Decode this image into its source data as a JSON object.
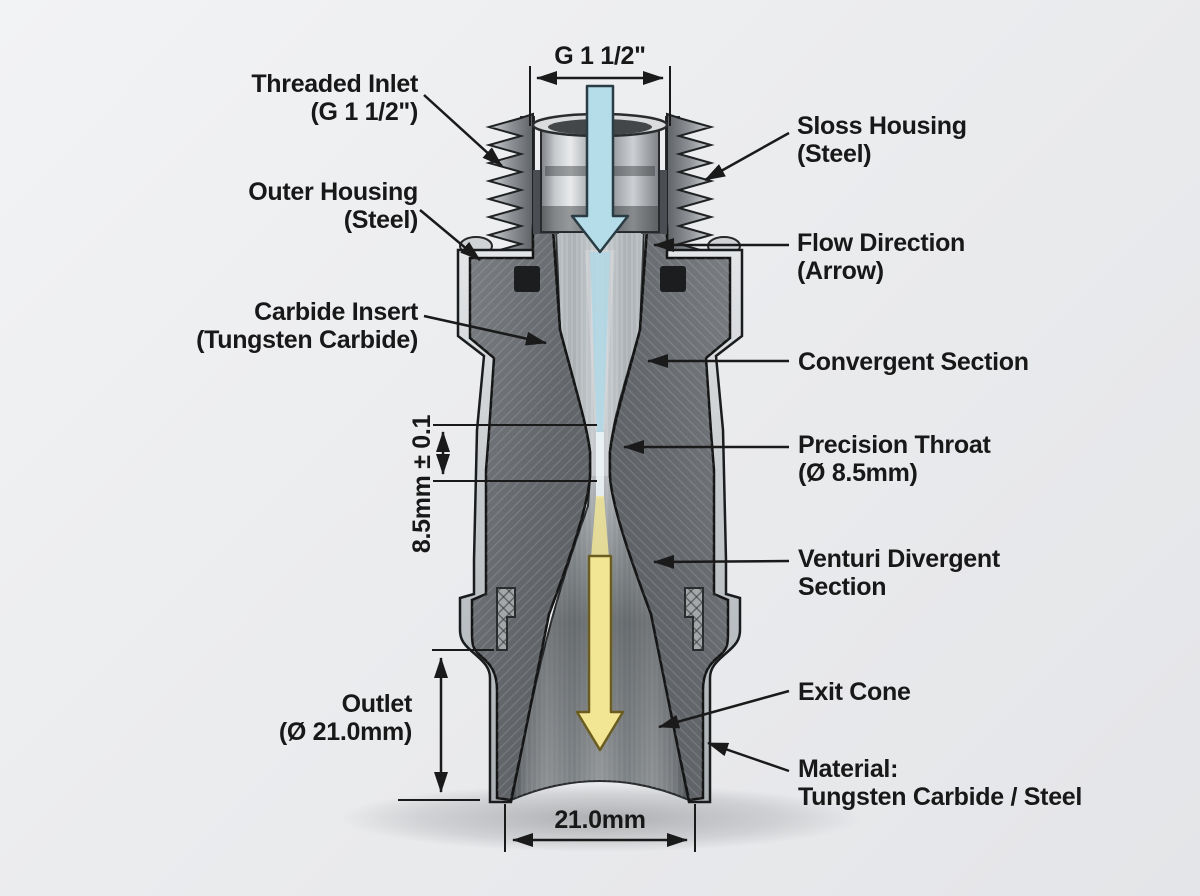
{
  "diagram": {
    "title_context": "Venturi blast nozzle cross-section",
    "callouts": {
      "threaded_inlet": {
        "line1": "Threaded Inlet",
        "line2": "(G 1 1/2\")"
      },
      "outer_housing": {
        "line1": "Outer Housing",
        "line2": "(Steel)"
      },
      "carbide_insert": {
        "line1": "Carbide Insert",
        "line2": "(Tungsten Carbide)"
      },
      "outlet": {
        "line1": "Outlet",
        "line2": "(Ø 21.0mm)"
      },
      "sloss_housing": {
        "line1": "Sloss Housing",
        "line2": "(Steel)"
      },
      "flow_direction": {
        "line1": "Flow Direction",
        "line2": "(Arrow)"
      },
      "convergent_section": {
        "line1": "Convergent Section"
      },
      "precision_throat": {
        "line1": "Precision Throat",
        "line2": "(Ø 8.5mm)"
      },
      "venturi_divergent": {
        "line1": "Venturi Divergent",
        "line2": "Section"
      },
      "exit_cone": {
        "line1": "Exit Cone"
      },
      "material": {
        "line1": "Material:",
        "line2": "Tungsten Carbide / Steel"
      }
    },
    "dimensions": {
      "inlet_thread": "G 1 1/2\"",
      "throat_height": "8.5mm ± 0.1",
      "outlet_width": "21.0mm"
    },
    "colors": {
      "background": "#ebecee",
      "outline": "#1a1a1a",
      "flow_inlet_arrow": "#aedbe8",
      "flow_outlet_arrow": "#f2e594",
      "metal_light": "#d6d9dc",
      "cut_face": "#6b6f73"
    }
  }
}
